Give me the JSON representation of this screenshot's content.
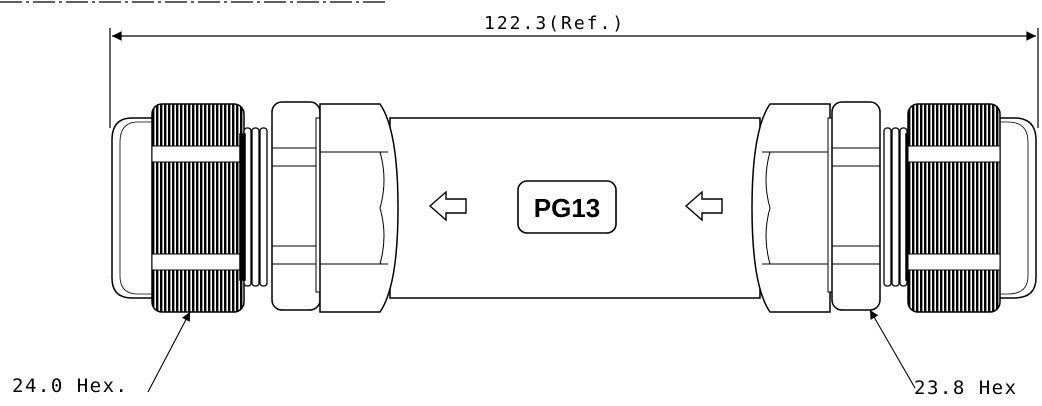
{
  "dimensions": {
    "overall_length": "122.3(Ref.)",
    "left_callout": "24.0 Hex.",
    "right_callout": "23.8 Hex"
  },
  "body_label": "PG13",
  "flow_direction": "left",
  "colors": {
    "line": "#000000",
    "background": "#ffffff"
  }
}
